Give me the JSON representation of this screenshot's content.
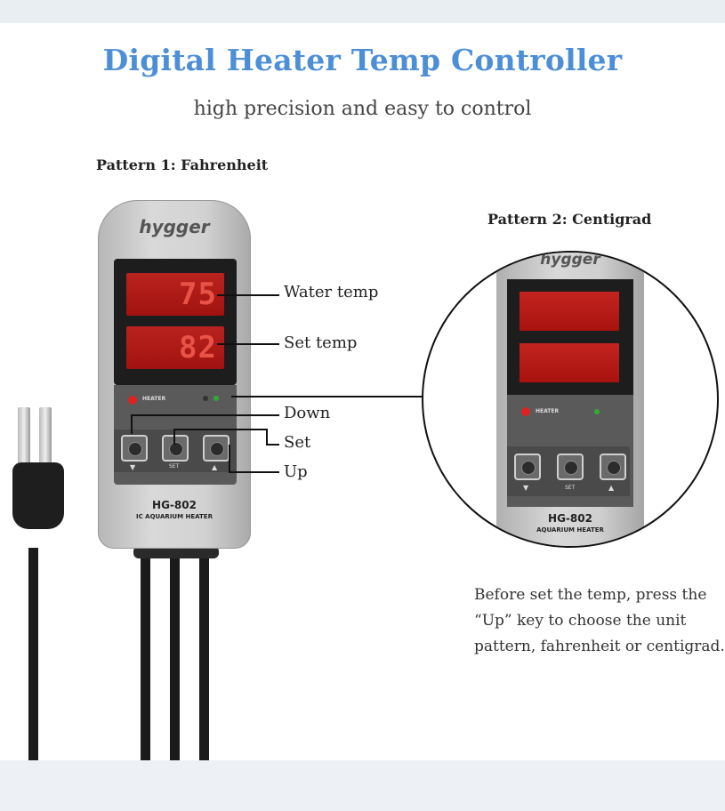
{
  "header": {
    "title": "Digital Heater Temp Controller",
    "subtitle": "high precision and easy to control"
  },
  "pattern1": {
    "label": "Pattern 1: Fahrenheit",
    "brand": "hygger",
    "water_display": "75",
    "set_display": "82",
    "heater_label": "HEATER",
    "set_key": "SET",
    "model": "HG-802",
    "model_sub": "IC AQUARIUM HEATER"
  },
  "callouts": {
    "water_temp": "Water temp",
    "set_temp": "Set temp",
    "down": "Down",
    "set": "Set",
    "up": "Up"
  },
  "pattern2": {
    "label": "Pattern 2: Centigrad",
    "brand": "hygger",
    "heater_label": "HEATER",
    "set_key": "SET",
    "model": "HG-802",
    "model_sub": "AQUARIUM HEATER"
  },
  "note": "Before set the temp, press the “Up” key to choose the unit pattern, fahrenheit or centigrad.",
  "colors": {
    "title": "#4d8fd6",
    "led_red": "#c3241f",
    "device_gray": "#d2d2d2"
  }
}
